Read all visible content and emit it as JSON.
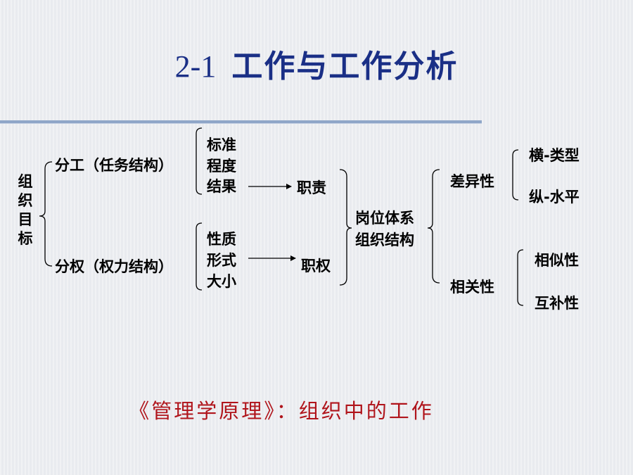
{
  "title": {
    "number": "2-1",
    "text": "工作与工作分析"
  },
  "diagram": {
    "root": "组织目标",
    "branch_division": "分工（任务结构）",
    "branch_authority": "分权（权力结构）",
    "division_attrs": [
      "标准",
      "程度",
      "结果"
    ],
    "authority_attrs": [
      "性质",
      "形式",
      "大小"
    ],
    "duty": "职责",
    "power": "职权",
    "system_line1": "岗位体系",
    "system_line2": "组织结构",
    "difference": "差异性",
    "difference_items": [
      "横-类型",
      "纵-水平"
    ],
    "relevance": "相关性",
    "relevance_items": [
      "相似性",
      "互补性"
    ]
  },
  "footer": "《管理学原理》：组织中的工作",
  "colors": {
    "title": "#1a2f86",
    "footer": "#b0141b",
    "rule": "#8fa6c8",
    "lines": "#000000"
  }
}
